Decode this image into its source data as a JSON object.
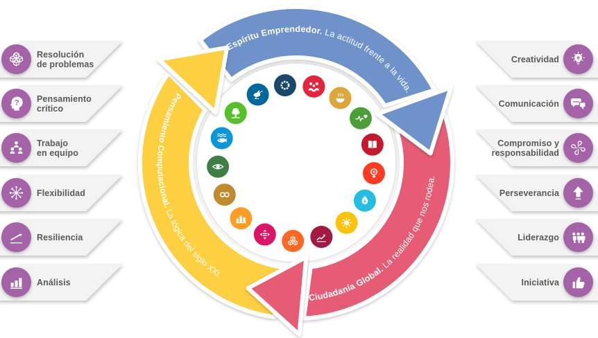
{
  "palette": {
    "background": "#ffffff",
    "banner_bg": "#f3f3f4",
    "sidebar_icon_circle": "#a463a7",
    "label_color": "#58595b",
    "arc_text_color": "#ffffff"
  },
  "sidebar_left": {
    "items": [
      {
        "icon": "cubes-3d",
        "lines": [
          "Resolución",
          "de problemas"
        ]
      },
      {
        "icon": "head-question",
        "lines": [
          "Pensamiento",
          "crítico"
        ]
      },
      {
        "icon": "team",
        "lines": [
          "Trabajo",
          "en equipo"
        ]
      },
      {
        "icon": "network",
        "lines": [
          "Flexibilidad"
        ]
      },
      {
        "icon": "rising-arrow",
        "lines": [
          "Resiliencia"
        ]
      },
      {
        "icon": "bar-chart",
        "lines": [
          "Análisis"
        ]
      }
    ]
  },
  "sidebar_right": {
    "items": [
      {
        "icon": "bulb",
        "lines": [
          "Creatividad"
        ]
      },
      {
        "icon": "speech-bubbles",
        "lines": [
          "Comunicación"
        ]
      },
      {
        "icon": "collaboration",
        "lines": [
          "Compromiso y",
          "responsabilidad"
        ]
      },
      {
        "icon": "up-arrow",
        "lines": [
          "Perseverancia"
        ]
      },
      {
        "icon": "people-group",
        "lines": [
          "Liderazgo"
        ]
      },
      {
        "icon": "thumbs-up",
        "lines": [
          "Iniciativa"
        ]
      }
    ]
  },
  "cycle": {
    "arrows": [
      {
        "id": "espiritu-emprendedor",
        "color": "#6e92c9",
        "bold": "Espíritu Emprendedor.",
        "regular": " La actitud frente a la vida."
      },
      {
        "id": "ciudadania-global",
        "color": "#e65b74",
        "bold": "Ciudadanía Global.",
        "regular": " La realidad que nos rodea."
      },
      {
        "id": "pensamiento-computacional",
        "color": "#fdd042",
        "bold": "Pensamiento Computacional.",
        "regular": " La lógica del siglo XXI."
      }
    ],
    "sdg_icons": [
      {
        "n": 1,
        "color": "#E5243B",
        "icon": "family"
      },
      {
        "n": 2,
        "color": "#DDA63A",
        "icon": "bowl"
      },
      {
        "n": 3,
        "color": "#4C9F38",
        "icon": "heartbeat"
      },
      {
        "n": 4,
        "color": "#C5192D",
        "icon": "book"
      },
      {
        "n": 5,
        "color": "#FF3A21",
        "icon": "gender"
      },
      {
        "n": 6,
        "color": "#26BDE2",
        "icon": "water"
      },
      {
        "n": 7,
        "color": "#FCC30B",
        "icon": "sun"
      },
      {
        "n": 8,
        "color": "#A21942",
        "icon": "growth"
      },
      {
        "n": 9,
        "color": "#FD6925",
        "icon": "cubes"
      },
      {
        "n": 10,
        "color": "#DD1367",
        "icon": "equality"
      },
      {
        "n": 11,
        "color": "#FD9D24",
        "icon": "city"
      },
      {
        "n": 12,
        "color": "#BF8B2E",
        "icon": "infinity"
      },
      {
        "n": 13,
        "color": "#3F7E44",
        "icon": "eye"
      },
      {
        "n": 14,
        "color": "#0A97D9",
        "icon": "fish"
      },
      {
        "n": 15,
        "color": "#56C02B",
        "icon": "tree"
      },
      {
        "n": 16,
        "color": "#00689D",
        "icon": "dove"
      },
      {
        "n": 17,
        "color": "#19486A",
        "icon": "wheel"
      }
    ]
  }
}
